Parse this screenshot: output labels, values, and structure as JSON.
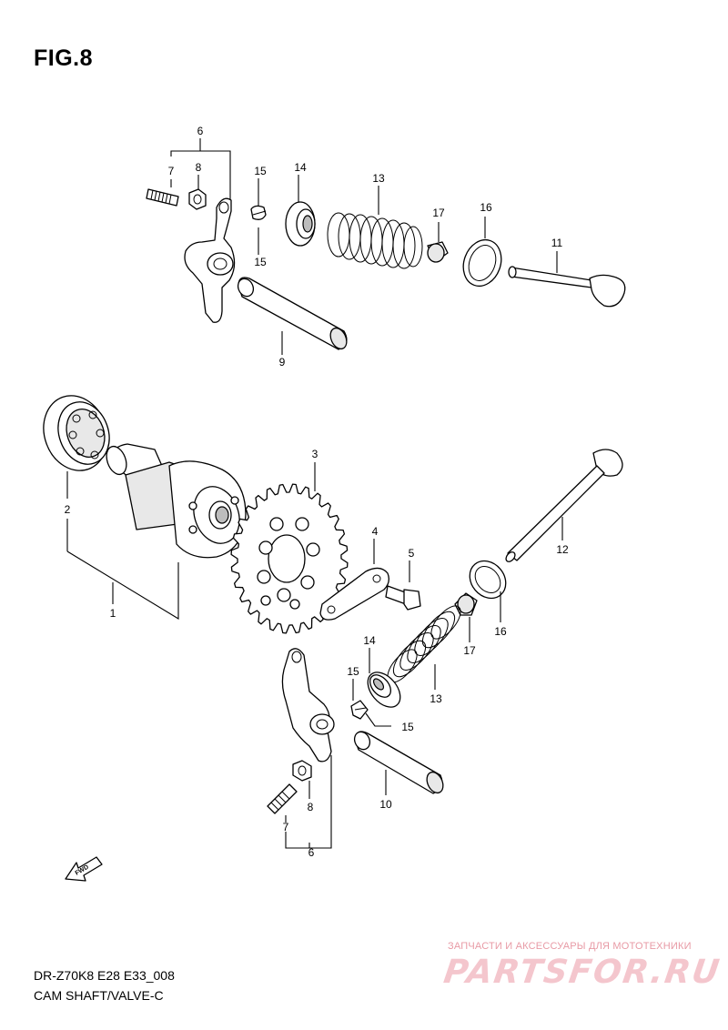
{
  "figure": {
    "title": "FIG.8",
    "model_code": "DR-Z70K8 E28 E33_008",
    "section_name": "CAM SHAFT/VALVE-C"
  },
  "callouts": {
    "c1": "1",
    "c2": "2",
    "c3": "3",
    "c4": "4",
    "c5": "5",
    "c6_top": "6",
    "c6_bottom": "6",
    "c7_top": "7",
    "c7_bottom": "7",
    "c8_top": "8",
    "c8_bottom": "8",
    "c9": "9",
    "c10": "10",
    "c11": "11",
    "c12": "12",
    "c13_top": "13",
    "c13_bottom": "13",
    "c14_top": "14",
    "c14_bottom": "14",
    "c15_top_a": "15",
    "c15_top_b": "15",
    "c15_bottom_a": "15",
    "c15_bottom_b": "15",
    "c16_top": "16",
    "c16_bottom": "16",
    "c17_top": "17",
    "c17_bottom": "17"
  },
  "direction_arrow": {
    "label": "FWD"
  },
  "watermark": {
    "tagline": "ЗАПЧАСТИ И АКСЕССУАРЫ ДЛЯ МОТОТЕХНИКИ",
    "logo": "PARTSFOR.RU",
    "color": "#e8a0aa"
  }
}
